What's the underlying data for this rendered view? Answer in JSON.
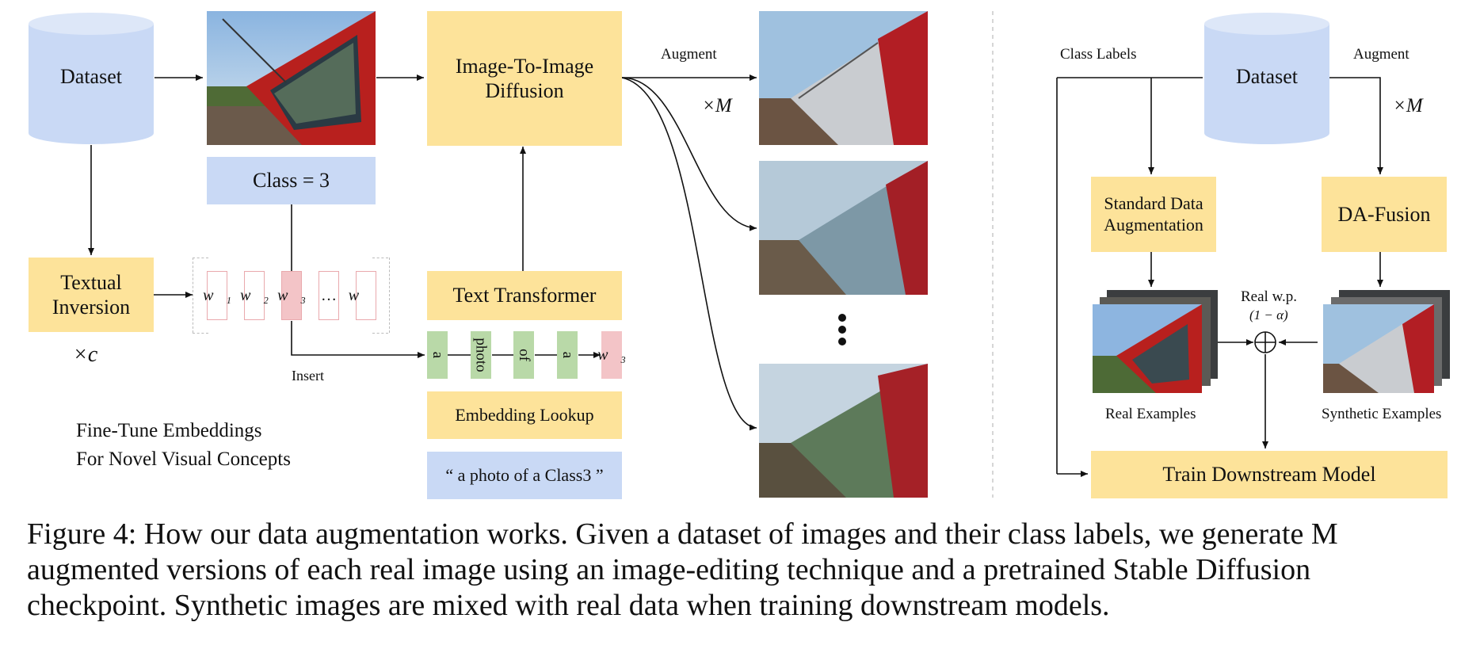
{
  "left": {
    "dataset_label": "Dataset",
    "class_label": "Class = 3",
    "textual_inversion_label": "Textual\nInversion",
    "times_c": "×c",
    "tokens": [
      "w⃗₁",
      "w⃗₂",
      "w⃗₃",
      "…",
      "w⃗꜀"
    ],
    "insert_label": "Insert",
    "finetune_text_1": "Fine-Tune Embeddings",
    "finetune_text_2": "For Novel Visual Concepts",
    "diffusion_label": "Image-To-Image\nDiffusion",
    "augment_label": "Augment",
    "times_m": "×M",
    "text_transformer_label": "Text Transformer",
    "prompt_tokens": [
      "a",
      "photo",
      "of",
      "a"
    ],
    "prompt_last_token": "w⃗₃",
    "embedding_lookup_label": "Embedding Lookup",
    "prompt_text": "“ a photo of a Class3 ”"
  },
  "right": {
    "class_labels": "Class Labels",
    "augment_label": "Augment",
    "dataset_label": "Dataset",
    "times_m": "×M",
    "std_aug_label": "Standard Data\nAugmentation",
    "da_fusion_label": "DA-Fusion",
    "real_wp_label": "Real w.p.",
    "alpha_label": "(1 − α)",
    "real_examples_label": "Real Examples",
    "synthetic_examples_label": "Synthetic Examples",
    "train_label": "Train Downstream Model"
  },
  "caption": {
    "figure_label": "Figure 4:",
    "text": "How our data augmentation works. Given a dataset of images and their class labels, we generate M augmented versions of each real image using an image-editing technique and a pretrained Stable Diffusion checkpoint. Synthetic images are mixed with real data when training downstream models."
  },
  "colors": {
    "yellow": "#fde39a",
    "blue": "#c9d9f5",
    "green": "#b9d9a8",
    "pink": "#f3c4c7"
  }
}
